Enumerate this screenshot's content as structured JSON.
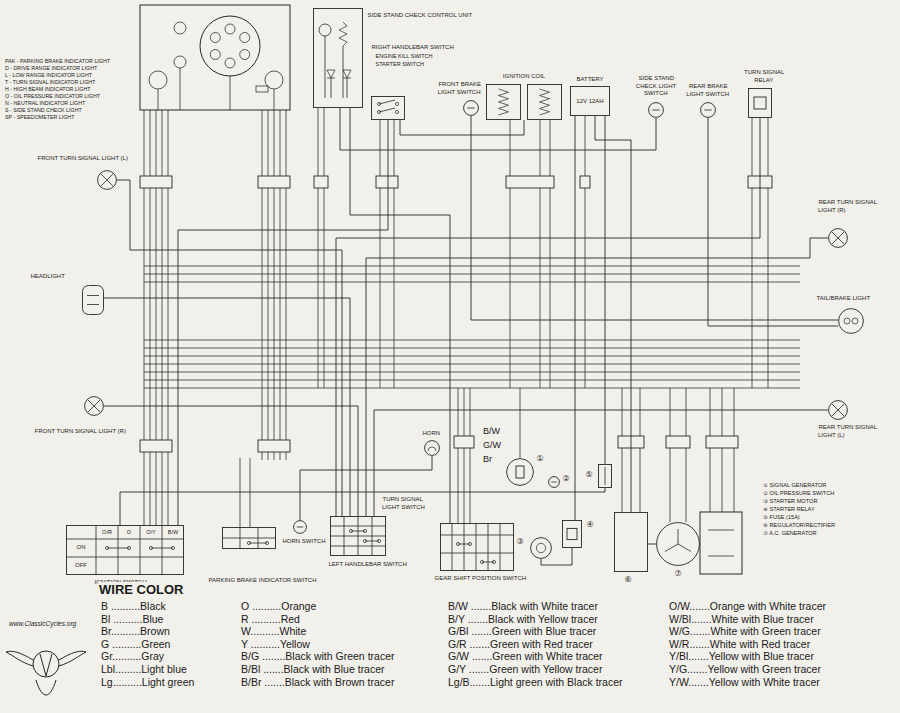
{
  "diagram": {
    "nodes": [
      {
        "text": [
          "SIDE STAND CHECK CONTROL UNIT"
        ]
      },
      {
        "text": [
          "RIGHT HANDLEBAR SWITCH",
          "ENGINE KILL SWITCH",
          "STARTER SWITCH"
        ]
      },
      {
        "text": [
          "IGNITION COIL"
        ]
      },
      {
        "text": [
          "FRONT BRAKE LIGHT SWITCH"
        ]
      },
      {
        "text": [
          "BATTERY",
          "12V 12AH"
        ]
      },
      {
        "text": [
          "SIDE STAND CHECK LIGHT SWITCH"
        ]
      },
      {
        "text": [
          "REAR BRAKE LIGHT SWITCH"
        ]
      },
      {
        "text": [
          "TURN SIGNAL RELAY"
        ]
      },
      {
        "text": [
          "FRONT TURN SIGNAL LIGHT (L)"
        ]
      },
      {
        "text": [
          "HEADLIGHT"
        ]
      },
      {
        "text": [
          "FRONT TURN SIGNAL LIGHT (R)"
        ]
      },
      {
        "text": [
          "REAR TURN SIGNAL LIGHT (R)"
        ]
      },
      {
        "text": [
          "TAIL/BRAKE LIGHT"
        ]
      },
      {
        "text": [
          "REAR TURN SIGNAL LIGHT (L)"
        ]
      },
      {
        "text": [
          "HORN"
        ]
      },
      {
        "text": [
          "IGNITION SWITCH"
        ]
      },
      {
        "text": [
          "PARKING BRAKE INDICATOR SWITCH"
        ]
      },
      {
        "text": [
          "HORN SWITCH"
        ]
      },
      {
        "text": [
          "TURN SIGNAL LIGHT SWITCH",
          "LEFT HANDLEBAR SWITCH"
        ]
      },
      {
        "text": [
          "GEAR SHIFT POSITION SWITCH"
        ]
      },
      {
        "text": [
          "①"
        ]
      },
      {
        "text": [
          "②"
        ]
      },
      {
        "text": [
          "③"
        ]
      },
      {
        "text": [
          "④"
        ]
      },
      {
        "text": [
          "⑤"
        ]
      },
      {
        "text": [
          "⑥"
        ]
      },
      {
        "text": [
          "⑦"
        ]
      }
    ],
    "edges": [
      {
        "from": 4,
        "to": 24,
        "arrow": "none"
      },
      {
        "from": 24,
        "to": 15,
        "arrow": "none"
      },
      {
        "from": 4,
        "to": 23,
        "arrow": "none"
      },
      {
        "from": 23,
        "to": 22,
        "arrow": "none"
      },
      {
        "from": 26,
        "to": 25,
        "arrow": "none"
      },
      {
        "from": 25,
        "to": 4,
        "arrow": "none"
      },
      {
        "from": 15,
        "to": 1,
        "arrow": "none"
      },
      {
        "from": 1,
        "to": 2,
        "arrow": "none"
      },
      {
        "from": 19,
        "to": 0,
        "arrow": "none"
      },
      {
        "from": 5,
        "to": 0,
        "arrow": "none"
      },
      {
        "from": 7,
        "to": 18,
        "arrow": "none"
      },
      {
        "from": 18,
        "to": 8,
        "arrow": "none"
      },
      {
        "from": 18,
        "to": 9,
        "arrow": "none"
      },
      {
        "from": 18,
        "to": 10,
        "arrow": "none"
      },
      {
        "from": 18,
        "to": 11,
        "arrow": "none"
      },
      {
        "from": 18,
        "to": 13,
        "arrow": "none"
      },
      {
        "from": 3,
        "to": 12,
        "arrow": "none"
      },
      {
        "from": 6,
        "to": 12,
        "arrow": "none"
      },
      {
        "from": 17,
        "to": 14,
        "arrow": "none"
      }
    ],
    "labels": [
      "PAK - PARKING BRAKE INDICATOR LIGHT",
      "D - DRIVE RANGE INDICATOR LIGHT",
      "L - LOW RANGE INDICATOR LIGHT",
      "T - TURN SIGNAL INDICATOR LIGHT",
      "H - HIGH BEAM INDICATOR LIGHT",
      "O - OIL PRESSURE INDICATOR LIGHT",
      "N - NEUTRAL INDICATOR LIGHT",
      "S - SIDE STAND CHECK LIGHT",
      "SP - SPEEDOMETER LIGHT",
      "B/W",
      "G/W",
      "Br",
      "① SIGNAL GENERATOR",
      "② OIL PRESSURE SWITCH",
      "③ STARTER MOTOR",
      "④ STARTER RELAY",
      "⑤ FUSE (15A)",
      "⑥ REGULATOR/RECTIFIER",
      "⑦ A.C. GENERATOR",
      "O/R",
      "O",
      "O/Y",
      "B/W",
      "ON",
      "OFF",
      "WIRE COLOR",
      "B ..........Black",
      "Bl ..........Blue",
      "Br..........Brown",
      "G ..........Green",
      "Gr..........Gray",
      "Lbl.........Light blue",
      "Lg..........Light green",
      "O ..........Orange",
      "R ..........Red",
      "W..........White",
      "Y ..........Yellow",
      "B/G ........Black with Green tracer",
      "B/Bl .......Black with Blue tracer",
      "B/Br .......Black with Brown tracer",
      "B/W .......Black with White tracer",
      "B/Y .......Black with Yellow tracer",
      "G/Bl .......Green with Blue tracer",
      "G/R .......Green with Red tracer",
      "G/W .......Green with White tracer",
      "G/Y .......Green with Yellow tracer",
      "Lg/B.......Light green with Black tracer",
      "O/W.......Orange with White tracer",
      "W/Bl.......White with Blue tracer",
      "W/G.......White with Green tracer",
      "W/R.......White with Red tracer",
      "Y/Bl.......Yellow with Blue tracer",
      "Y/G.......Yellow with Green tracer",
      "Y/W.......Yellow with White tracer",
      "www.ClassicCycles.org"
    ]
  }
}
